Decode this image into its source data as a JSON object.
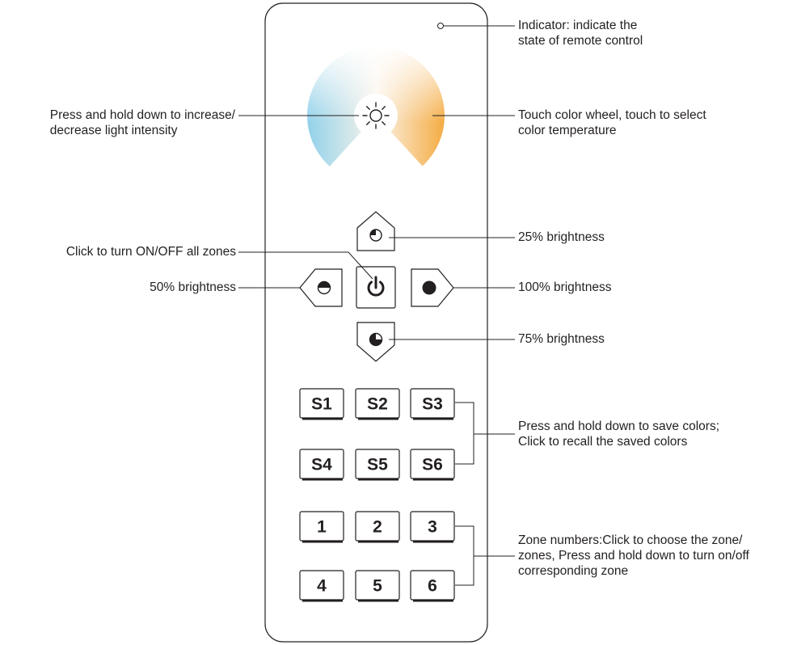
{
  "annotations": {
    "indicator": [
      "Indicator: indicate the",
      "state of remote control"
    ],
    "intensity": [
      "Press and hold down to increase/",
      "decrease light intensity"
    ],
    "color_wheel": [
      "Touch color wheel, touch to select",
      "color temperature"
    ],
    "b25": "25% brightness",
    "onoff": "Click to turn ON/OFF all zones",
    "b50": "50% brightness",
    "b100": "100% brightness",
    "b75": "75% brightness",
    "save": [
      "Press and hold down to save colors;",
      "Click to recall the saved colors"
    ],
    "zones": [
      "Zone numbers:Click to choose the zone/",
      "zones, Press and hold down to turn on/off",
      "corresponding zone"
    ]
  },
  "keys": {
    "scenes": [
      "S1",
      "S2",
      "S3",
      "S4",
      "S5",
      "S6"
    ],
    "zones": [
      "1",
      "2",
      "3",
      "4",
      "5",
      "6"
    ]
  },
  "colors": {
    "line": "#231f20",
    "warm": "#f4a93c",
    "cool": "#8fd0ea",
    "neutral": "#ffffff"
  },
  "icons": {
    "center": "sun-icon",
    "power": "power-icon"
  }
}
